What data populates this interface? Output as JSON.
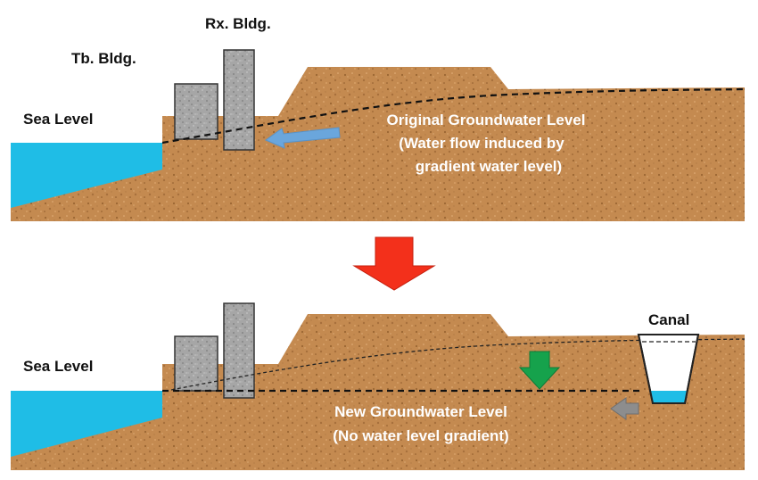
{
  "top_panel": {
    "building_rx_label": "Rx. Bldg.",
    "building_tb_label": "Tb. Bldg.",
    "sea_level_label": "Sea Level",
    "groundwater_text": [
      "Original Groundwater Level",
      "(Water flow induced by",
      "gradient water level)"
    ]
  },
  "bottom_panel": {
    "sea_level_label": "Sea Level",
    "canal_label": "Canal",
    "groundwater_text": [
      "New Groundwater Level",
      "(No water level gradient)"
    ]
  },
  "colors": {
    "soil": "#c48a50",
    "water": "#1fbde6",
    "building": "#a4a4a4",
    "flow_arrow": "#6aa6dc",
    "transition_arrow": "#f3301b",
    "drop_arrow": "#16a24c",
    "canal_flow_arrow": "#8d8d8d"
  }
}
